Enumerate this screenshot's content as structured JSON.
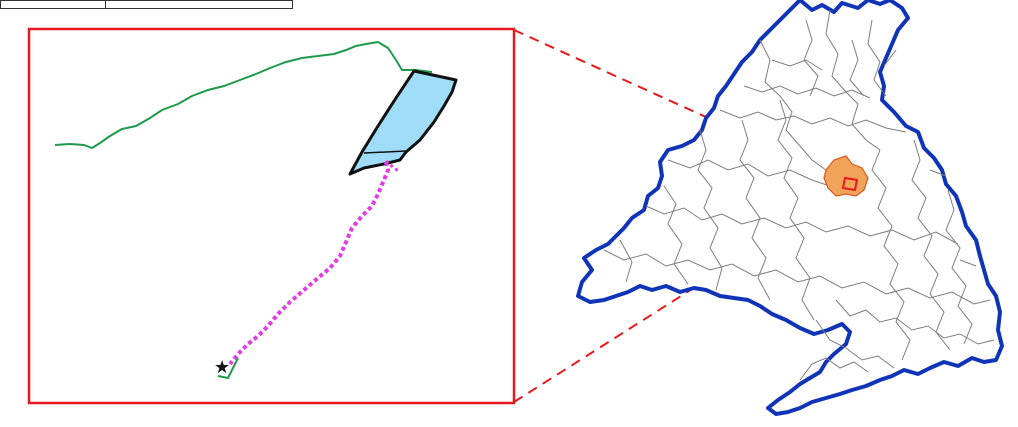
{
  "colors": {
    "inset_frame": "#e41a1c",
    "connector_lines": "#e41a1c",
    "green_route": "#1f9a4a",
    "blue_polygon_fill": "#9fdcf7",
    "blue_polygon_outline": "#111111",
    "magenta_track": "#e13be6",
    "region_border": "#1034b8",
    "municipality_lines": "#7d7d7d",
    "highlight_area_fill": "#f2a35a",
    "highlight_area_outline": "#d45a1f"
  },
  "icons": {
    "point_marker": "star-icon"
  },
  "map": {
    "inset": {
      "features": [
        "green-route",
        "blue-polygon",
        "magenta-dotted-track",
        "star-marker"
      ]
    },
    "overview": {
      "features": [
        "region-boundary",
        "municipality-boundaries",
        "highlighted-municipality",
        "inset-extent-box"
      ]
    }
  }
}
